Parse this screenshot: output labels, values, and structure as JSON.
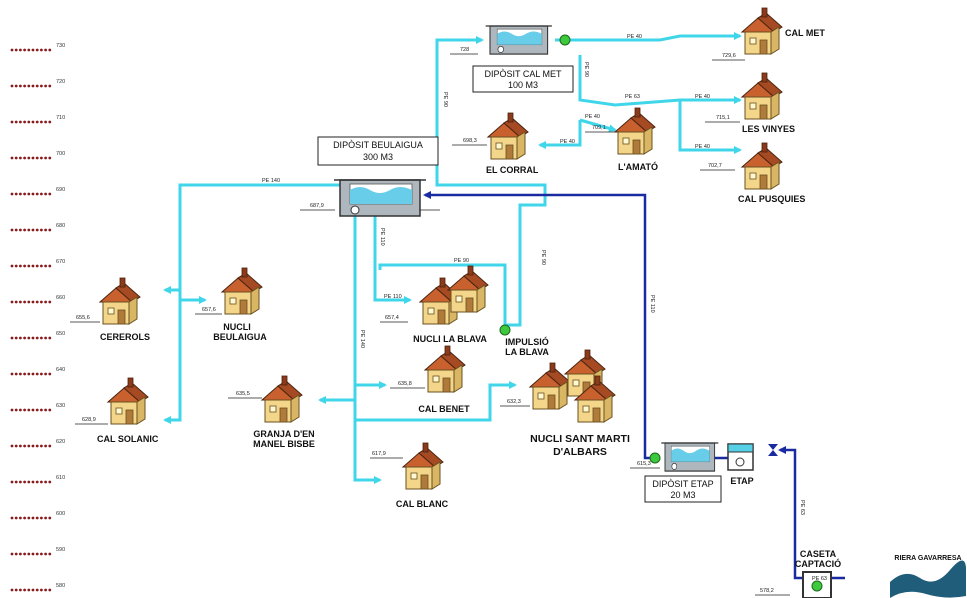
{
  "labels": {
    "dipusit_beulaigua": "DIPÒSIT BEULAIGUA",
    "beulaigua_volume": "300 M3",
    "dipusit_cal_met": "DIPÒSIT CAL MET",
    "cal_met_volume": "100 M3",
    "dipusit_etap": "DIPÒSIT ETAP",
    "etap_volume": "20 M3",
    "cal_met": "CAL MET",
    "les_vinyes": "LES VINYES",
    "cal_pusquies": "CAL PUSQUIES",
    "amato": "L'AMATÓ",
    "el_corral": "EL CORRAL",
    "cererols": "CEREROLS",
    "nucli": "NUCLI",
    "beulaigua": "BEULAIGUA",
    "cal_solanic": "CAL SOLANIC",
    "granja": "GRANJA D'EN",
    "manel_bisbe": "MANEL BISBE",
    "cal_benet": "CAL BENET",
    "cal_blanc": "CAL BLANC",
    "nucli_la_blava": "NUCLI LA BLAVA",
    "impulsio": "IMPULSIÓ",
    "la_blava": "LA BLAVA",
    "nucli_sant_marti": "NUCLI SANT MARTI",
    "dalbars": "D'ALBARS",
    "etap": "ETAP",
    "caseta": "CASETA",
    "captacio": "CAPTACIÓ",
    "riera_gavarresa": "RIERA GAVARRESA"
  },
  "pipes": {
    "pe40": "PE 40",
    "pe63": "PE 63",
    "pe90": "PE 90",
    "pe110": "PE 110",
    "pe140": "PE 140"
  },
  "elevations": {
    "cal_met": "729,6",
    "les_vinyes": "715,1",
    "cal_pusquies": "702,7",
    "amato": "709,1",
    "el_corral": "698,3",
    "dipusit_cal_met": "728",
    "dipusit_beulaigua": "687,9",
    "cererols": "655,6",
    "nucli_beulaigua": "657,6",
    "cal_solanic": "628,9",
    "granja": "635,5",
    "cal_benet": "635,8",
    "cal_blanc": "617,9",
    "nucli_la_blava": "657,4",
    "sant_marti": "632,3",
    "dipusit_etap": "615,3",
    "caseta": "578,2"
  },
  "scale": {
    "ticks": [
      "730",
      "720",
      "710",
      "700",
      "690",
      "680",
      "670",
      "660",
      "650",
      "640",
      "630",
      "620",
      "610",
      "600",
      "590",
      "580"
    ],
    "min": 580,
    "max": 730
  },
  "colors": {
    "distribution_pipe": "#3fd6ea",
    "supply_pipe": "#1a2aa0",
    "scale_dots": "#8b1a1a"
  }
}
